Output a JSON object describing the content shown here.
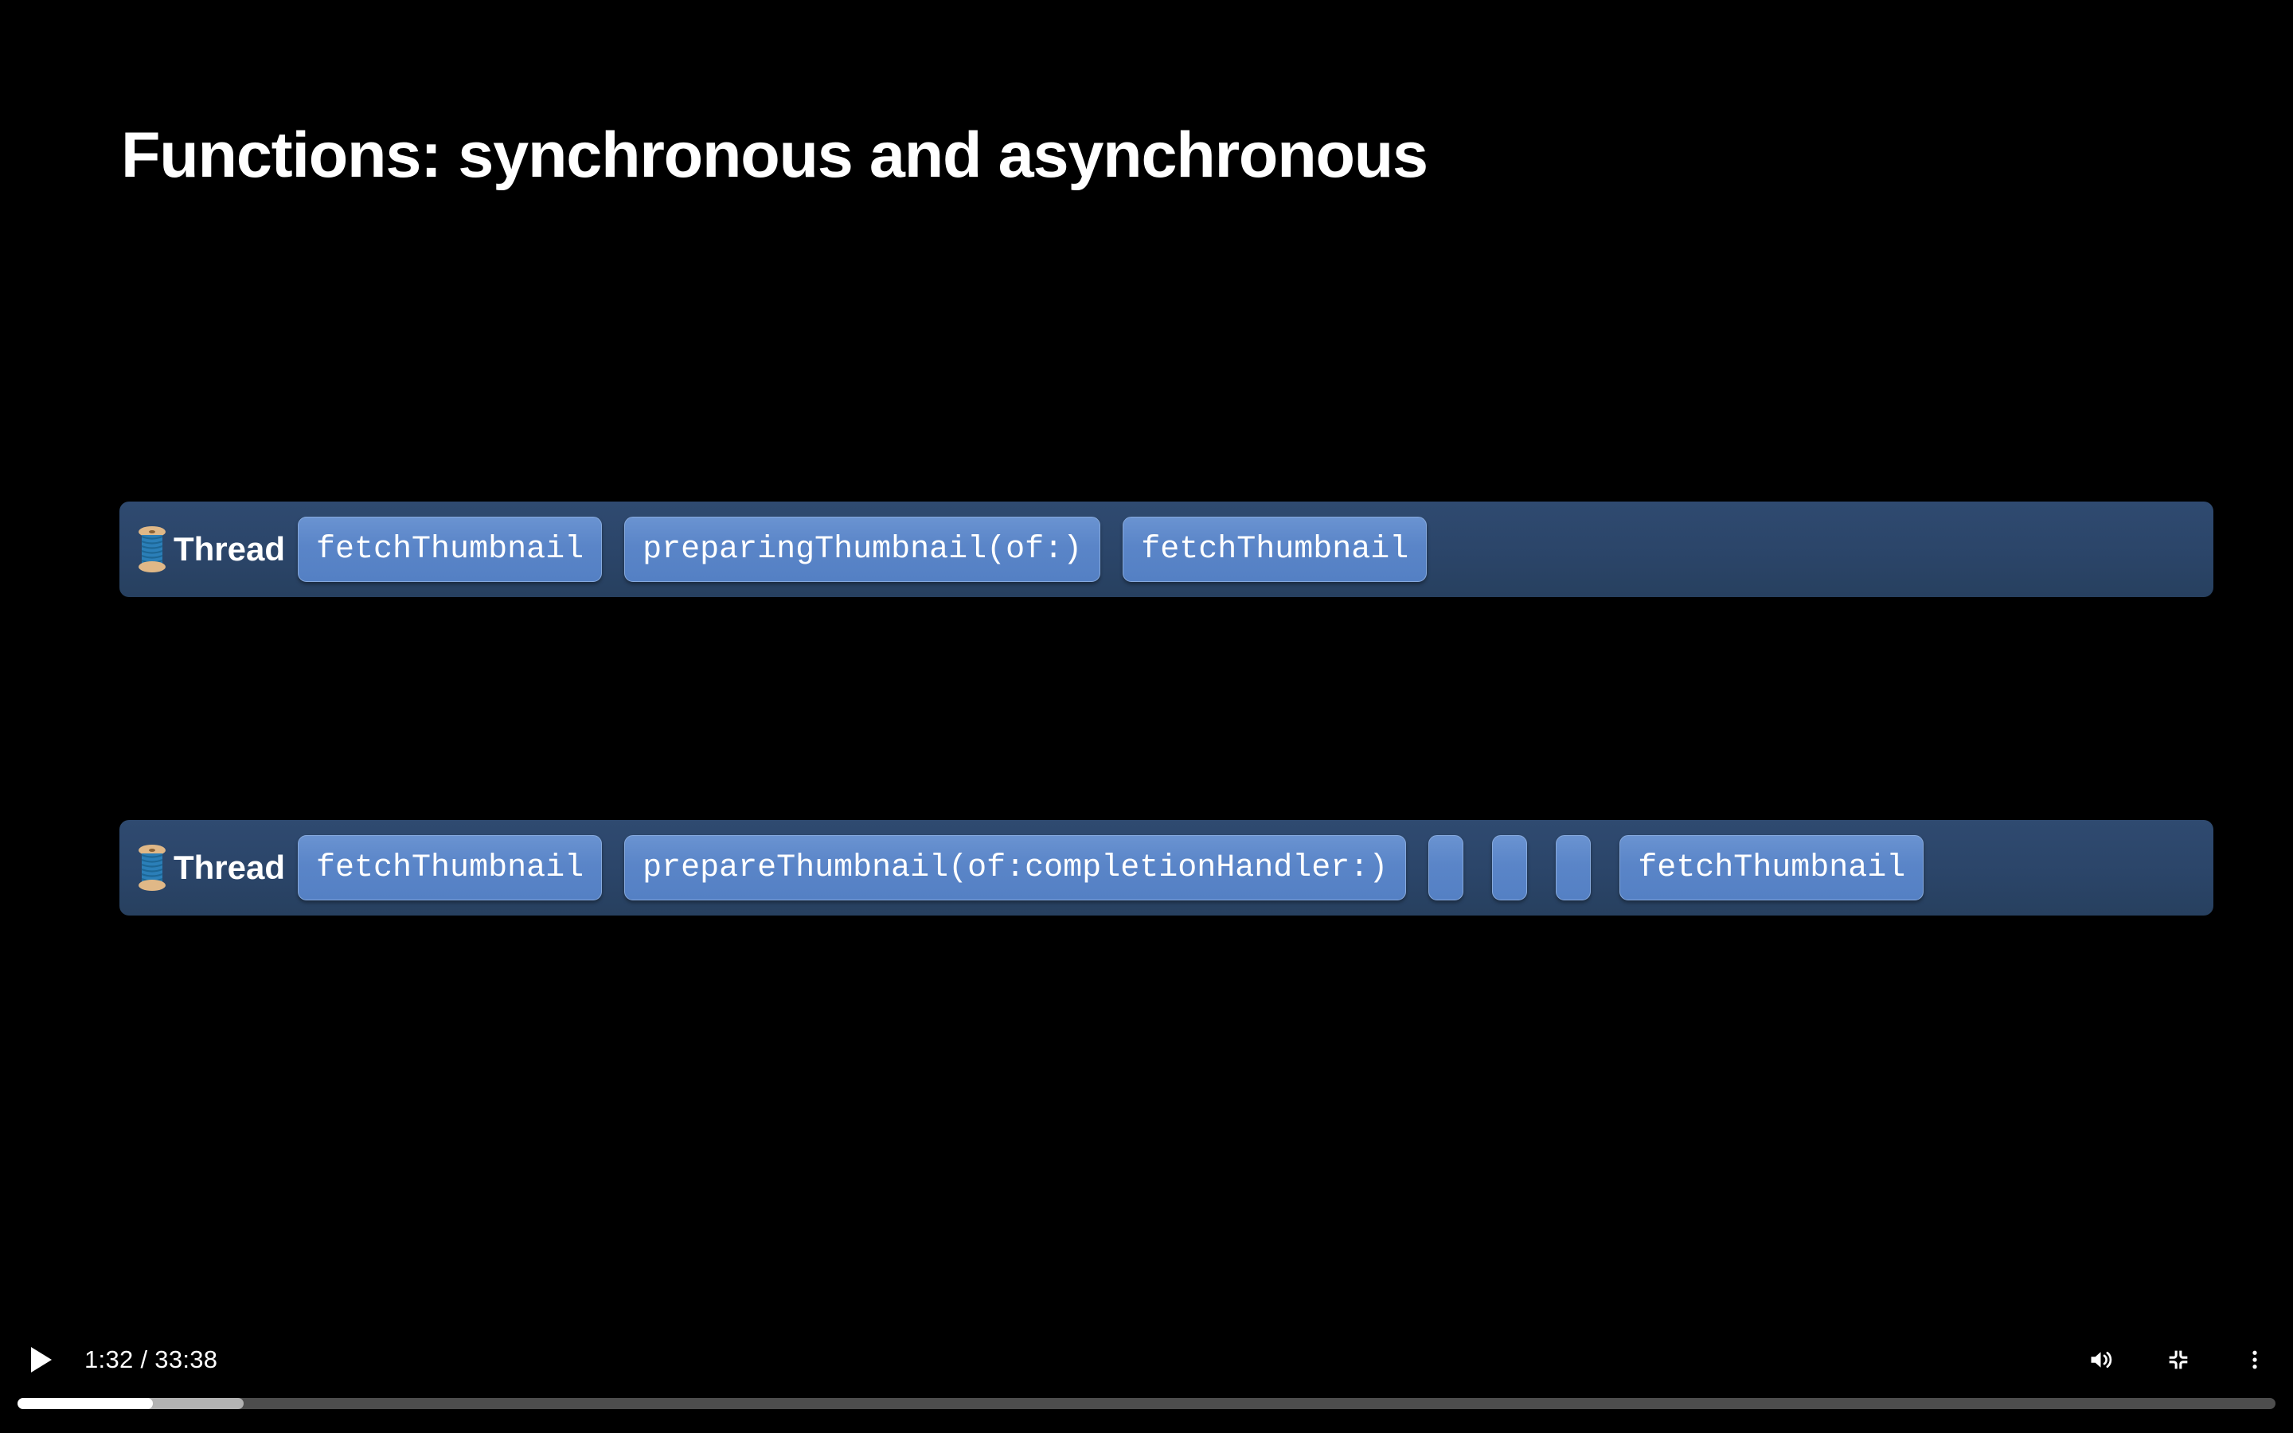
{
  "slide": {
    "title": "Functions: synchronous and asynchronous",
    "background_color": "#000000",
    "title_color": "#ffffff"
  },
  "colors": {
    "track_background": "#2b4569",
    "pill_fill": "#5a85c8",
    "pill_border": "#87aadd",
    "pill_text": "#ffffff"
  },
  "threads": [
    {
      "label": "Thread",
      "icon": "thread-spool-emoji",
      "emoji": "🧵",
      "blocks": [
        {
          "label": "fetchThumbnail",
          "empty": false
        },
        {
          "label": "preparingThumbnail(of:)",
          "empty": false
        },
        {
          "label": "fetchThumbnail",
          "empty": false
        }
      ]
    },
    {
      "label": "Thread",
      "icon": "thread-spool-emoji",
      "emoji": "🧵",
      "blocks": [
        {
          "label": "fetchThumbnail",
          "empty": false
        },
        {
          "label": "prepareThumbnail(of:completionHandler:)",
          "empty": false
        },
        {
          "label": "",
          "empty": true
        },
        {
          "label": "",
          "empty": true
        },
        {
          "label": "",
          "empty": true
        },
        {
          "label": "fetchThumbnail",
          "empty": false
        }
      ]
    }
  ],
  "player": {
    "play_label": "play-button",
    "is_playing": false,
    "current_time": "1:32",
    "duration": "33:38",
    "time_display": "1:32 / 33:38",
    "progress_percent": 6,
    "buffered_percent": 10,
    "volume_icon": "volume-on",
    "fullscreen_icon": "exit-fullscreen",
    "menu_icon": "more-options"
  }
}
